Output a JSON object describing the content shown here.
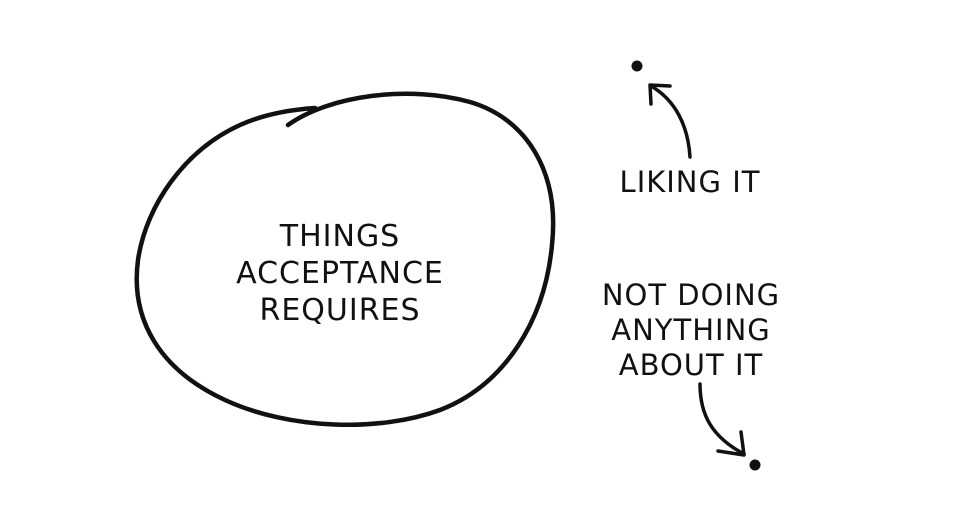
{
  "diagram": {
    "circle_label_lines": [
      "THINGS",
      "ACCEPTANCE",
      "REQUIRES"
    ],
    "top_label": "LIKING IT",
    "bottom_label_lines": [
      "NOT DOING",
      "ANYTHING",
      "ABOUT IT"
    ],
    "stroke_color": "#111111",
    "background_color": "#ffffff"
  }
}
